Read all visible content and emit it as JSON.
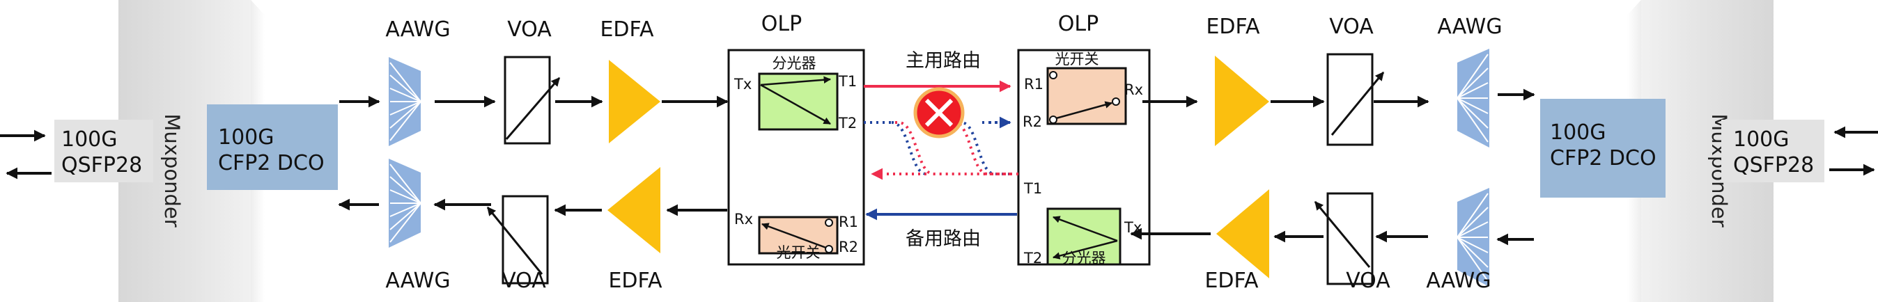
{
  "labels": {
    "aawg": "AAWG",
    "voa": "VOA",
    "edfa": "EDFA",
    "olp": "OLP",
    "muxponder": "Muxponder",
    "qsfp_speed": "100G",
    "qsfp_type": "QSFP28",
    "cfp_speed": "100G",
    "cfp_type": "CFP2 DCO",
    "splitter": "分光器",
    "optical_switch": "光开关",
    "primary_route": "主用路由",
    "backup_route": "备用路由",
    "tx": "Tx",
    "rx": "Rx",
    "t1": "T1",
    "t2": "T2",
    "r1": "R1",
    "r2": "R2"
  },
  "colors": {
    "aawg": "#8fb1de",
    "edfa": "#fbbf0f",
    "cfp": "#9ab8d7",
    "qsfp": "#e3e3e3",
    "splitter_fill": "#c6f39a",
    "switch_fill": "#f8d2b7",
    "primary_route": "#ef2d4d",
    "backup_route": "#21449e",
    "fault_fill": "#ee1c25",
    "fault_ring": "#f6b35b"
  }
}
